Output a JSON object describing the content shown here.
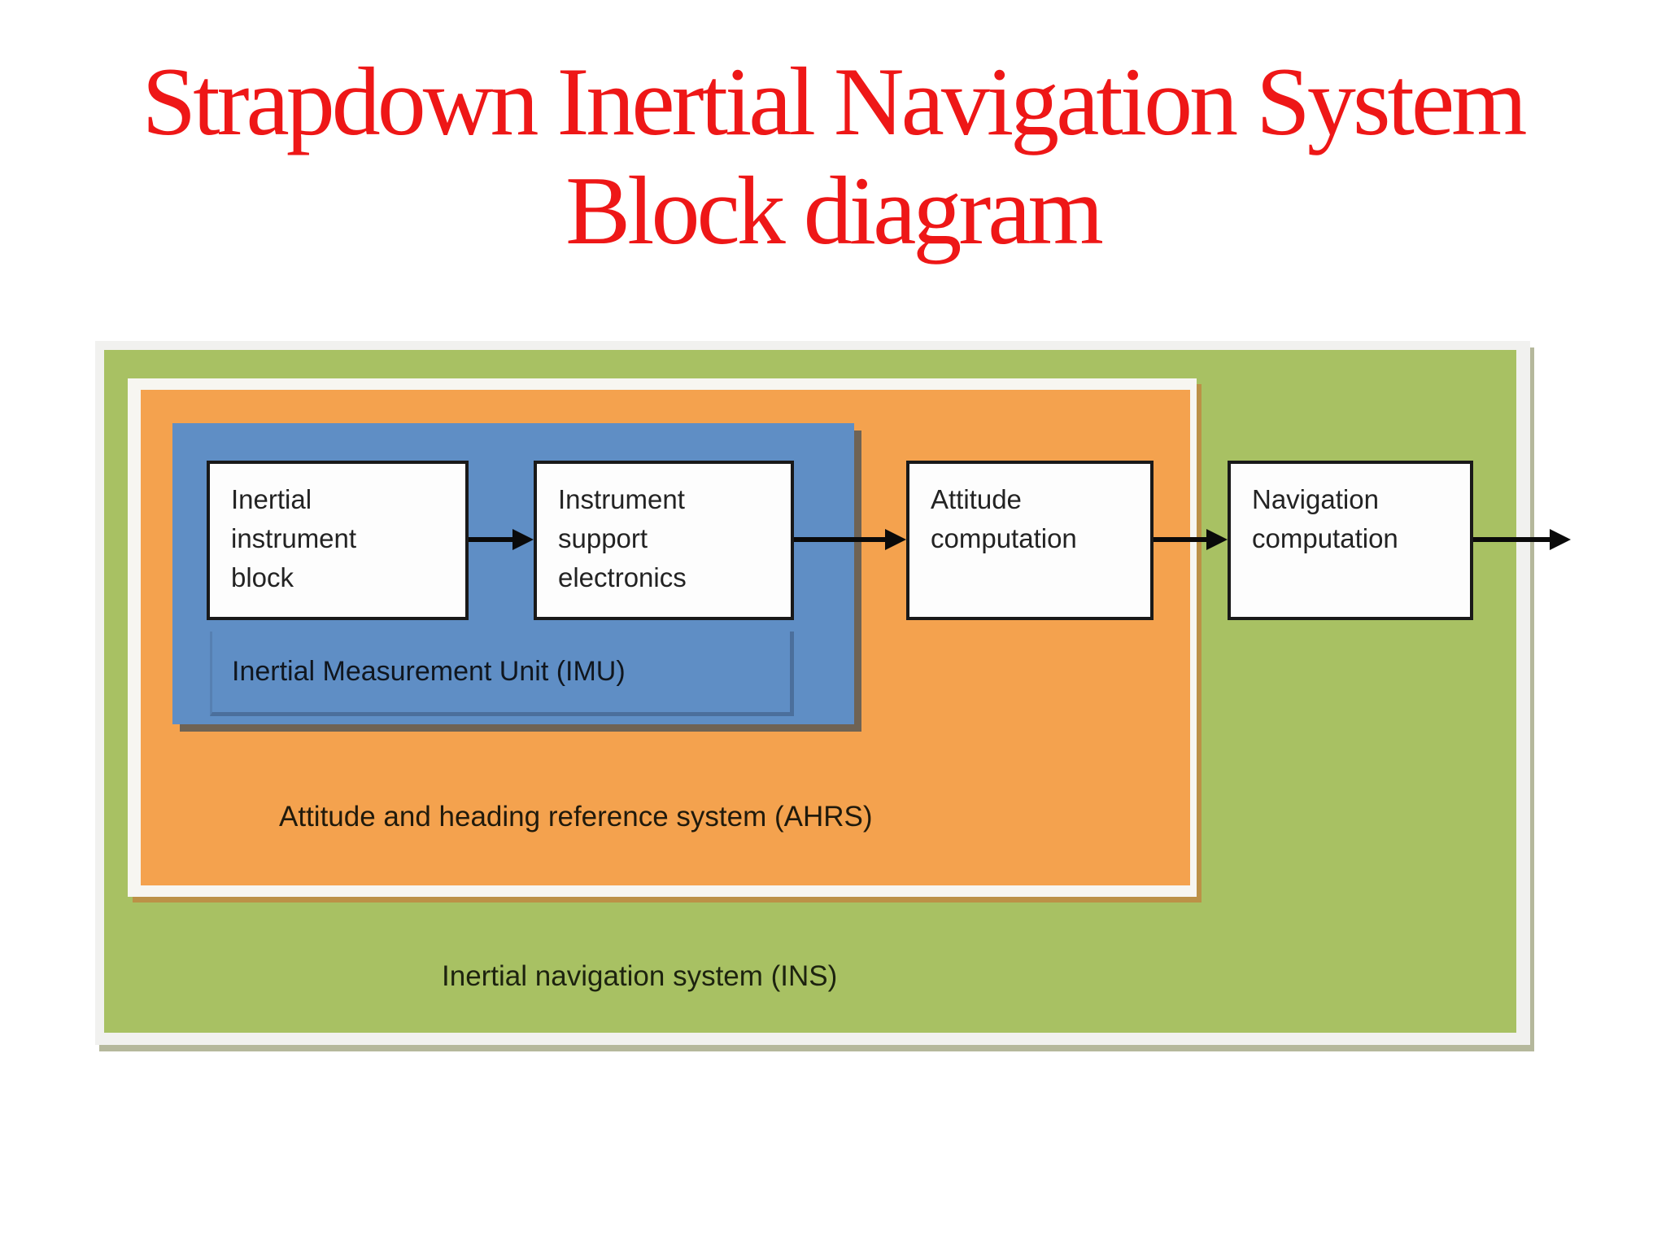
{
  "title": {
    "line1": "Strapdown Inertial Navigation System",
    "line2": "Block diagram",
    "color": "#ee1717"
  },
  "diagram": {
    "ins": {
      "label": "Inertial navigation system (INS)",
      "color": "#a8c163"
    },
    "ahrs": {
      "label": "Attitude and heading reference system (AHRS)",
      "color": "#f4a24e"
    },
    "imu": {
      "label": "Inertial Measurement Unit (IMU)",
      "color": "#5f8ec5"
    },
    "outer_frame_color": "#f1f1ef",
    "boxes": [
      {
        "id": "inertial-instrument-block",
        "lines": [
          "Inertial",
          "instrument",
          "block"
        ]
      },
      {
        "id": "instrument-support-electronics",
        "lines": [
          "Instrument",
          "support",
          "electronics"
        ]
      },
      {
        "id": "attitude-computation",
        "lines": [
          "Attitude",
          "computation"
        ]
      },
      {
        "id": "navigation-computation",
        "lines": [
          "Navigation",
          "computation"
        ]
      }
    ],
    "box_bg": "#fdfdfd",
    "box_border_color": "#191919",
    "arrow_color": "#0a0a0a",
    "panel_border_color": "#4b6f9c",
    "shadow_colors": {
      "outer": "#b5b89c",
      "orange_frame": "#bc9147",
      "imu": "#6f6354"
    }
  }
}
